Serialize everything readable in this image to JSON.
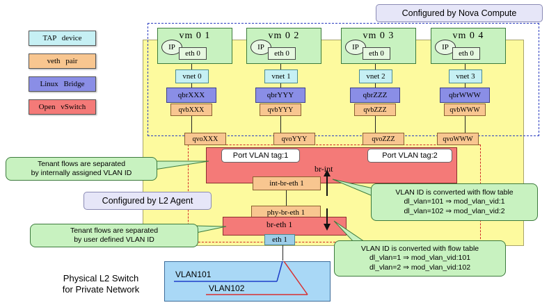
{
  "legend": {
    "tap": "TAP device",
    "veth": "veth pair",
    "bridge": "Linux Bridge",
    "ovs": "Open vSwitch"
  },
  "nova_label": "Configured by Nova Compute",
  "l2_label": "Configured by L2 Agent",
  "vms": [
    {
      "name": "vm 0 1",
      "ip": "IP",
      "eth": "eth 0",
      "vnet": "vnet 0",
      "qbr": "qbrXXX",
      "qvb": "qvbXXX",
      "qvo": "qvoXXX"
    },
    {
      "name": "vm 0 2",
      "ip": "IP",
      "eth": "eth 0",
      "vnet": "vnet 1",
      "qbr": "qbrYYY",
      "qvb": "qvbYYY",
      "qvo": "qvoYYY"
    },
    {
      "name": "vm 0 3",
      "ip": "IP",
      "eth": "eth 0",
      "vnet": "vnet 2",
      "qbr": "qbrZZZ",
      "qvb": "qvbZZZ",
      "qvo": "qvoZZZ"
    },
    {
      "name": "vm 0 4",
      "ip": "IP",
      "eth": "eth 0",
      "vnet": "vnet 3",
      "qbr": "qbrWWW",
      "qvb": "qvbWWW",
      "qvo": "qvoWWW"
    }
  ],
  "br_int": {
    "label": "br-int",
    "tag1": "Port VLAN tag:1",
    "tag2": "Port VLAN tag:2",
    "port": "int-br-eth 1"
  },
  "br_eth": {
    "label": "br-eth 1",
    "port": "phy-br-eth 1",
    "eth": "eth 1"
  },
  "callouts": {
    "internal": [
      "Tenant flows are separated",
      "by internally assigned VLAN ID"
    ],
    "user": [
      "Tenant flows are separated",
      "by user defined VLAN ID"
    ],
    "flow_int": [
      "VLAN ID is converted with flow table",
      "dl_vlan=101 ⇒ mod_vlan_vid:1",
      "dl_vlan=102 ⇒ mod_vlan_vid:2"
    ],
    "flow_eth": [
      "VLAN ID is converted with flow table",
      "dl_vlan=1 ⇒ mod_vlan_vid:101",
      "dl_vlan=2 ⇒ mod_vlan_vid:102"
    ]
  },
  "switch": {
    "label": [
      "Physical L2 Switch",
      "for Private Network"
    ],
    "vlan1": "VLAN101",
    "vlan2": "VLAN102"
  },
  "colors": {
    "host": "#fdfa9e",
    "vm": "#c8f2c0",
    "tap": "#c6f0f4",
    "veth": "#f8c690",
    "bridge": "#8a8ee6",
    "ovs": "#f47a78",
    "switch": "#a9d8f6",
    "vlan101": "#1e3ec8",
    "vlan102": "#d83030"
  }
}
